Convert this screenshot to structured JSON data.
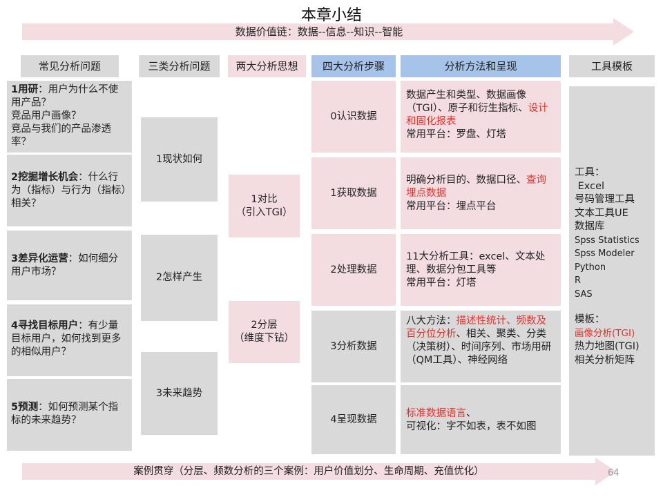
{
  "title": "本章小结",
  "top_arrow": {
    "text": "数据价值链：数据--信息--知识--智能"
  },
  "headers": {
    "col1": "常见分析问题",
    "col2": "三类分析问题",
    "col3": "两大分析思想",
    "col4": "四大分析步骤",
    "col5": "分析方法和呈现",
    "col6": "工具模板"
  },
  "problems": [
    {
      "bold": "1用研",
      "text": "：用户为什么不使用产品？",
      "extra": [
        "竞品用户画像？",
        "竞品与我们的产品渗透率？"
      ]
    },
    {
      "bold": "2挖掘增长机会",
      "text": "：什么行为（指标）与行为（指标）相关？"
    },
    {
      "bold": "3差异化运营",
      "text": "：如何细分用户市场？"
    },
    {
      "bold": "4寻找目标用户",
      "text": "：有少量目标用户，如何找到更多的相似用户？"
    },
    {
      "bold": "5预测",
      "text": "：如何预测某个指标的未来趋势？"
    }
  ],
  "three_types": [
    "1现状如何",
    "2怎样产生",
    "3未来趋势"
  ],
  "two_ideas": [
    {
      "line1": "1对比",
      "line2": "（引入TGI）"
    },
    {
      "line1": "2分层",
      "line2": "（维度下钻）"
    }
  ],
  "steps": [
    "0认识数据",
    "1获取数据",
    "2处理数据",
    "3分析数据",
    "4呈现数据"
  ],
  "methods": [
    {
      "normal": "数据产生和类型、数据画像（TGI）、原子和衍生指标、",
      "red": "设计和固化报表",
      "line2": "常用平台：罗盘、灯塔"
    },
    {
      "normal": "明确分析目的、数据口径、",
      "red": "查询埋点数据",
      "line2": "常用平台：埋点平台"
    },
    {
      "normal": "11大分析工具：excel、文本处理、数据分包工具等",
      "red": "",
      "line2": "常用平台：灯塔"
    },
    {
      "prefix": "八大方法：",
      "red": "描述性统计、频数及百分位分析",
      "normal": "、相关、聚类、分类（决策树）、时间序列、市场用研（QM工具）、神经网络"
    },
    {
      "red": "标准数据语言",
      "normal": "、",
      "line2": "可视化：字不如表，表不如图"
    }
  ],
  "tools": {
    "label": "工具：",
    "items": [
      " Excel",
      "号码管理工具",
      "文本工具UE",
      "数据库",
      "Spss Statistics",
      "Spss Modeler",
      "Python",
      "R",
      "SAS"
    ],
    "template_label": "模板：",
    "template_red": "画像分析(TGI)",
    "templates": [
      "热力地图(TGI)",
      "相关分析矩阵"
    ]
  },
  "bottom_arrow": {
    "text": "案例贯穿（分层、频数分析的三个案例：用户价值划分、生命周期、充值优化）"
  },
  "page_number": "64",
  "colors": {
    "gray": "#d9d9d9",
    "pink": "#f4dde0",
    "blue": "#a6c4ea",
    "red": "#e8302b"
  }
}
